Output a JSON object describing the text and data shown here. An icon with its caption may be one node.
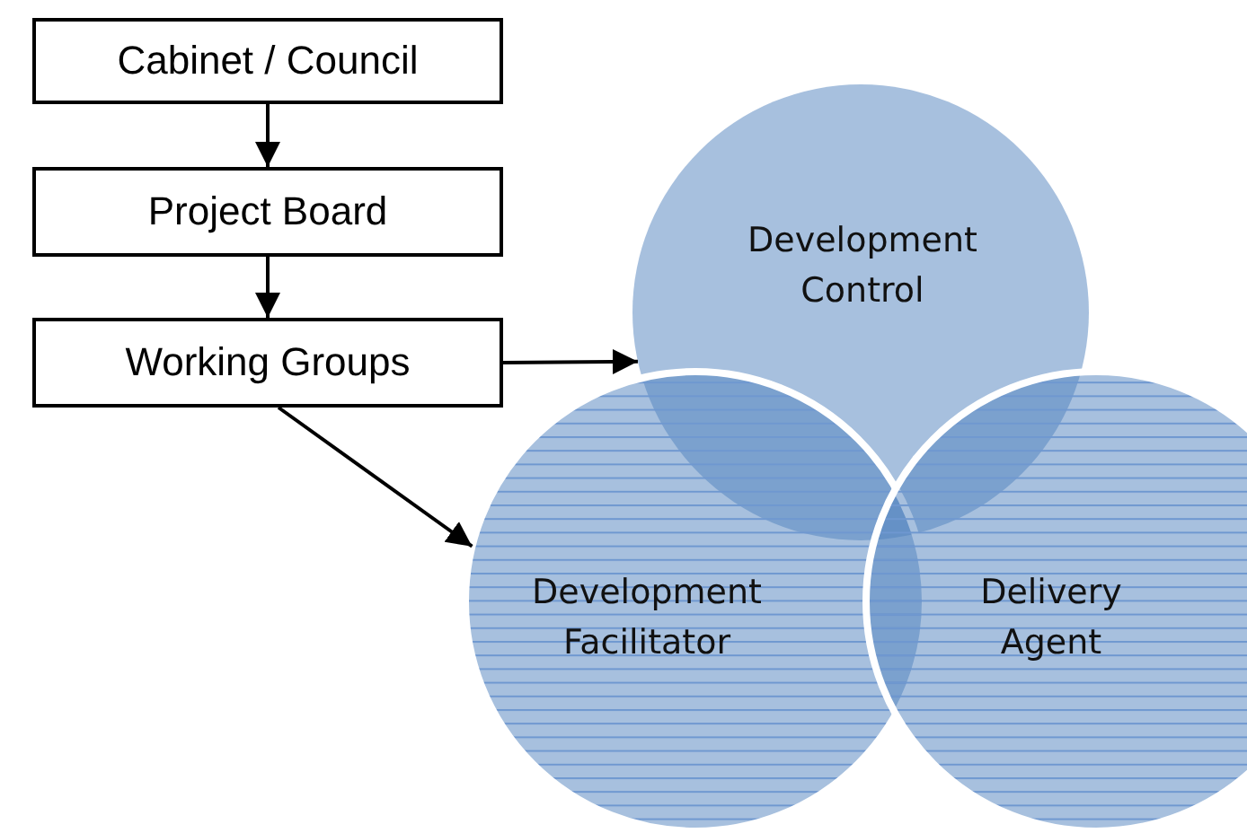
{
  "diagram": {
    "nodes": [
      {
        "text": [
          "Cabinet / Council"
        ]
      },
      {
        "text": [
          "Project Board"
        ]
      },
      {
        "text": [
          "Working Groups"
        ]
      },
      {
        "text": [
          "Development Control"
        ]
      },
      {
        "text": [
          "Development Facilitator"
        ]
      },
      {
        "text": [
          "Delivery Agent"
        ]
      }
    ],
    "edges": [
      {
        "from": 0,
        "to": 1,
        "arrow": "to"
      },
      {
        "from": 1,
        "to": 2,
        "arrow": "to"
      },
      {
        "from": 2,
        "to": 3,
        "arrow": "to"
      },
      {
        "from": 2,
        "to": 4,
        "arrow": "to"
      }
    ]
  }
}
